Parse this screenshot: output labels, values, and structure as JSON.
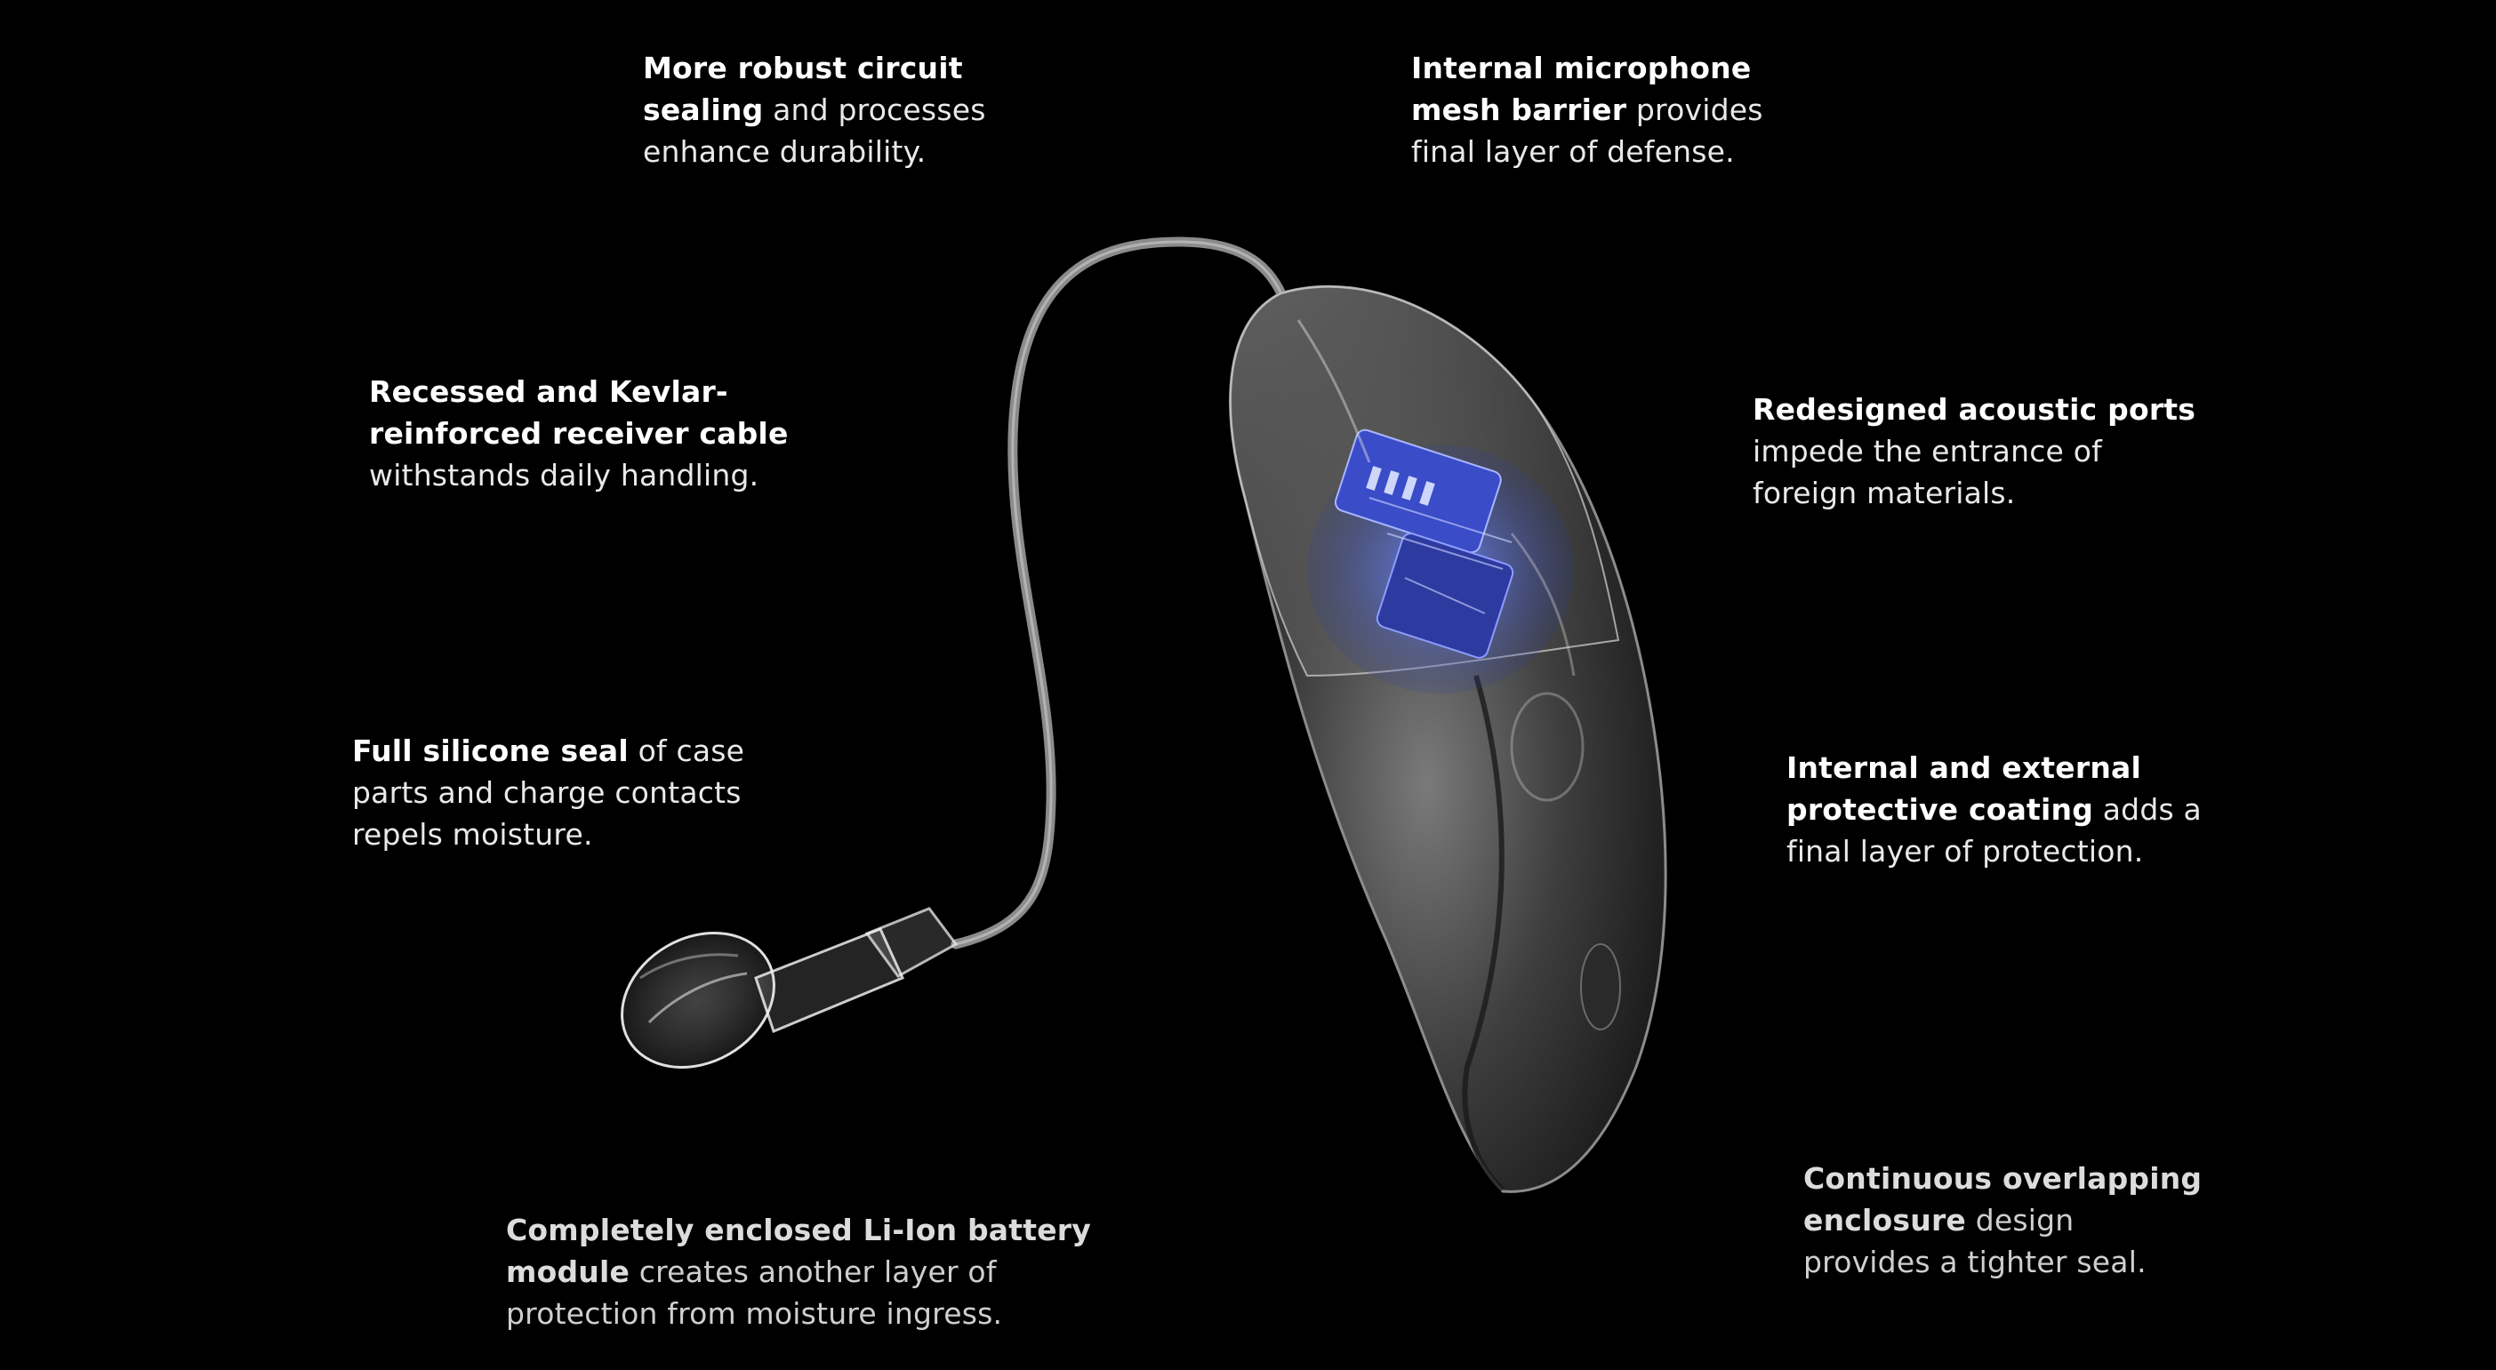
{
  "colors": {
    "background": "#000000",
    "text": "#e9e9e9",
    "bold_text": "#ffffff",
    "circuit_accent": "#4f6cff"
  },
  "callouts": {
    "circuit_sealing": {
      "l1_bold": "More robust circuit",
      "l2_bold": "sealing",
      "l2_rest": " and processes",
      "l3_rest": "enhance durability."
    },
    "microphone_mesh": {
      "l1_bold": "Internal microphone",
      "l2_bold": "mesh barrier",
      "l2_rest": " provides",
      "l3_rest": "final layer of defense."
    },
    "receiver_cable": {
      "l1_bold": "Recessed and Kevlar-",
      "l2_bold": "reinforced receiver cable",
      "l3_rest": "withstands daily handling."
    },
    "acoustic_ports": {
      "l1_bold": "Redesigned acoustic ports",
      "l2_rest": "impede the entrance of",
      "l3_rest": "foreign materials."
    },
    "silicone_seal": {
      "l1_bold": "Full silicone seal",
      "l1_rest": " of case",
      "l2_rest": "parts and charge contacts",
      "l3_rest": "repels moisture."
    },
    "protective_coating": {
      "l1_bold": "Internal and external",
      "l2_bold": "protective coating",
      "l2_rest": " adds a",
      "l3_rest": "final layer of protection."
    },
    "battery_module": {
      "l1_bold": "Completely enclosed Li-Ion battery",
      "l2_bold": "module",
      "l2_rest": " creates another layer of",
      "l3_rest": "protection from moisture ingress."
    },
    "overlapping_enclosure": {
      "l1_bold": "Continuous overlapping",
      "l2_bold": "enclosure",
      "l2_rest": " design",
      "l3_rest": "provides a tighter seal."
    }
  }
}
